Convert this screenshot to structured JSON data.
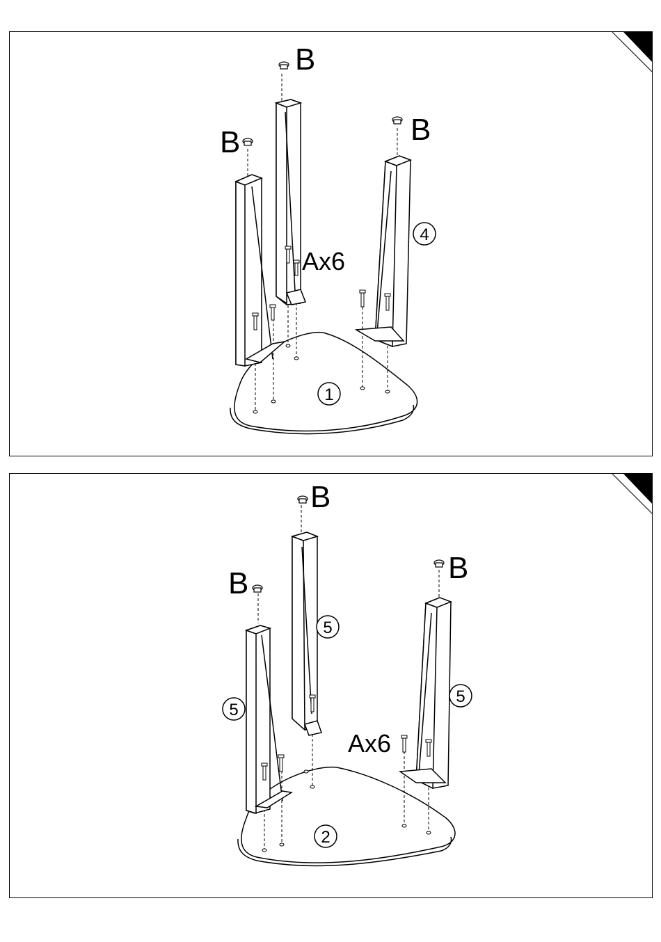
{
  "step1": {
    "hardware_b": "B",
    "hardware_a": "Ax6",
    "part_base": "1",
    "part_leg": "4"
  },
  "step2": {
    "hardware_b": "B",
    "hardware_a": "Ax6",
    "part_base": "2",
    "part_leg": "5"
  }
}
